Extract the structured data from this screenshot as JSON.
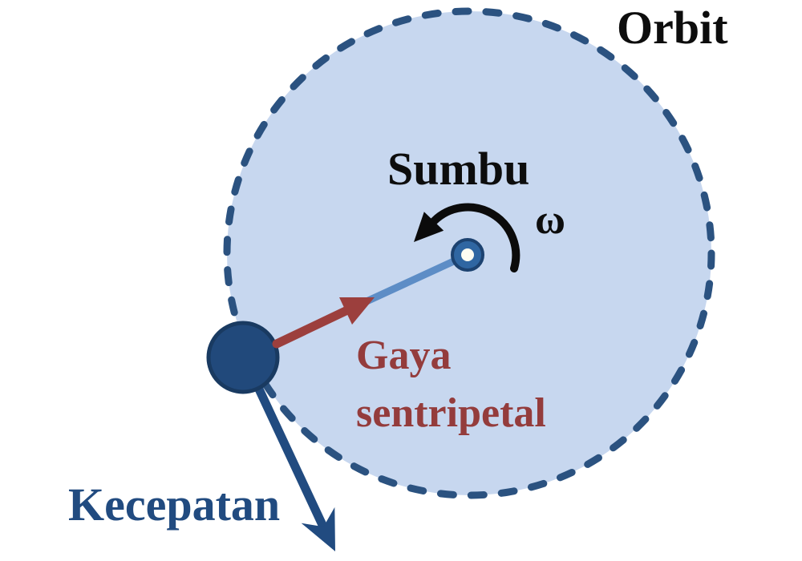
{
  "diagram": {
    "labels": {
      "orbit": "Orbit",
      "axis": "Sumbu",
      "angular_velocity_symbol": "ω",
      "centripetal_force": "Gaya\nsentripetal",
      "velocity": "Kecepatan"
    },
    "colors": {
      "background": "#ffffff",
      "orbit-fill": "#c7d7ef",
      "orbit-stroke": "#2b5280",
      "ball-fill": "#21497b",
      "ball-stroke": "#193a61",
      "velocity-color": "#214b80",
      "force-color": "#9c3f3d",
      "force-text-color": "#943c3c",
      "radius-line-color": "#5d8dc6",
      "rotation-color": "#0b0b0b",
      "hub-fill": "#2f66a2",
      "hub-stroke": "#1c4270",
      "hub-center-fill": "#fdfcf2",
      "text-color": "#0d0d0d"
    }
  }
}
